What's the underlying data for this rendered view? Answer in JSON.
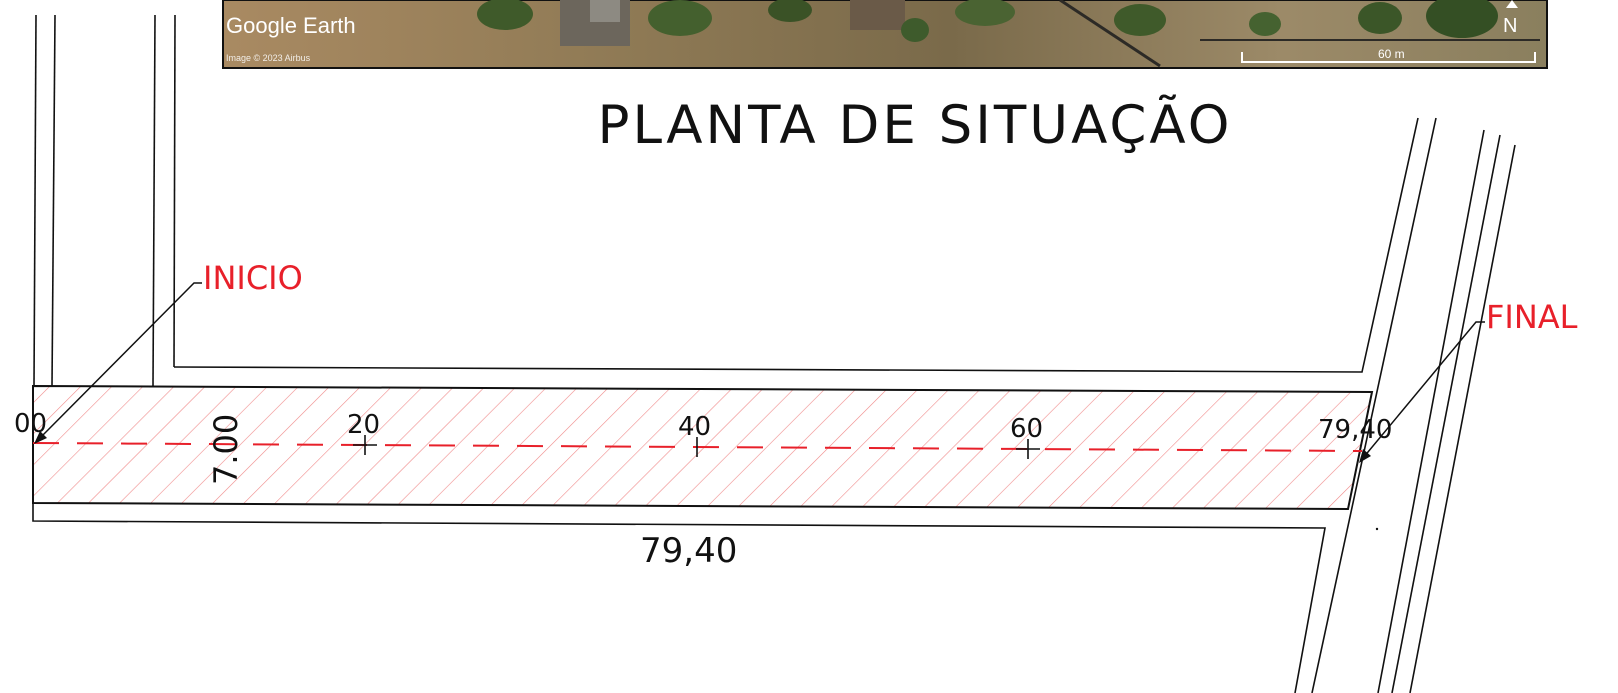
{
  "satellite_image": {
    "brand": "Google Earth",
    "credit": "Image © 2023 Airbus",
    "scale_label": "60 m",
    "north_label": "N"
  },
  "title": "PLANTA DE SITUAÇÃO",
  "start_label": "INICIO",
  "end_label": "FINAL",
  "stations": [
    "00",
    "20",
    "40",
    "60",
    "79,40"
  ],
  "width_dimension": "7.00",
  "length_dimension": "79,40",
  "colors": {
    "line": "#111111",
    "accent": "#e8202a",
    "hatch": "#f08a8a"
  }
}
